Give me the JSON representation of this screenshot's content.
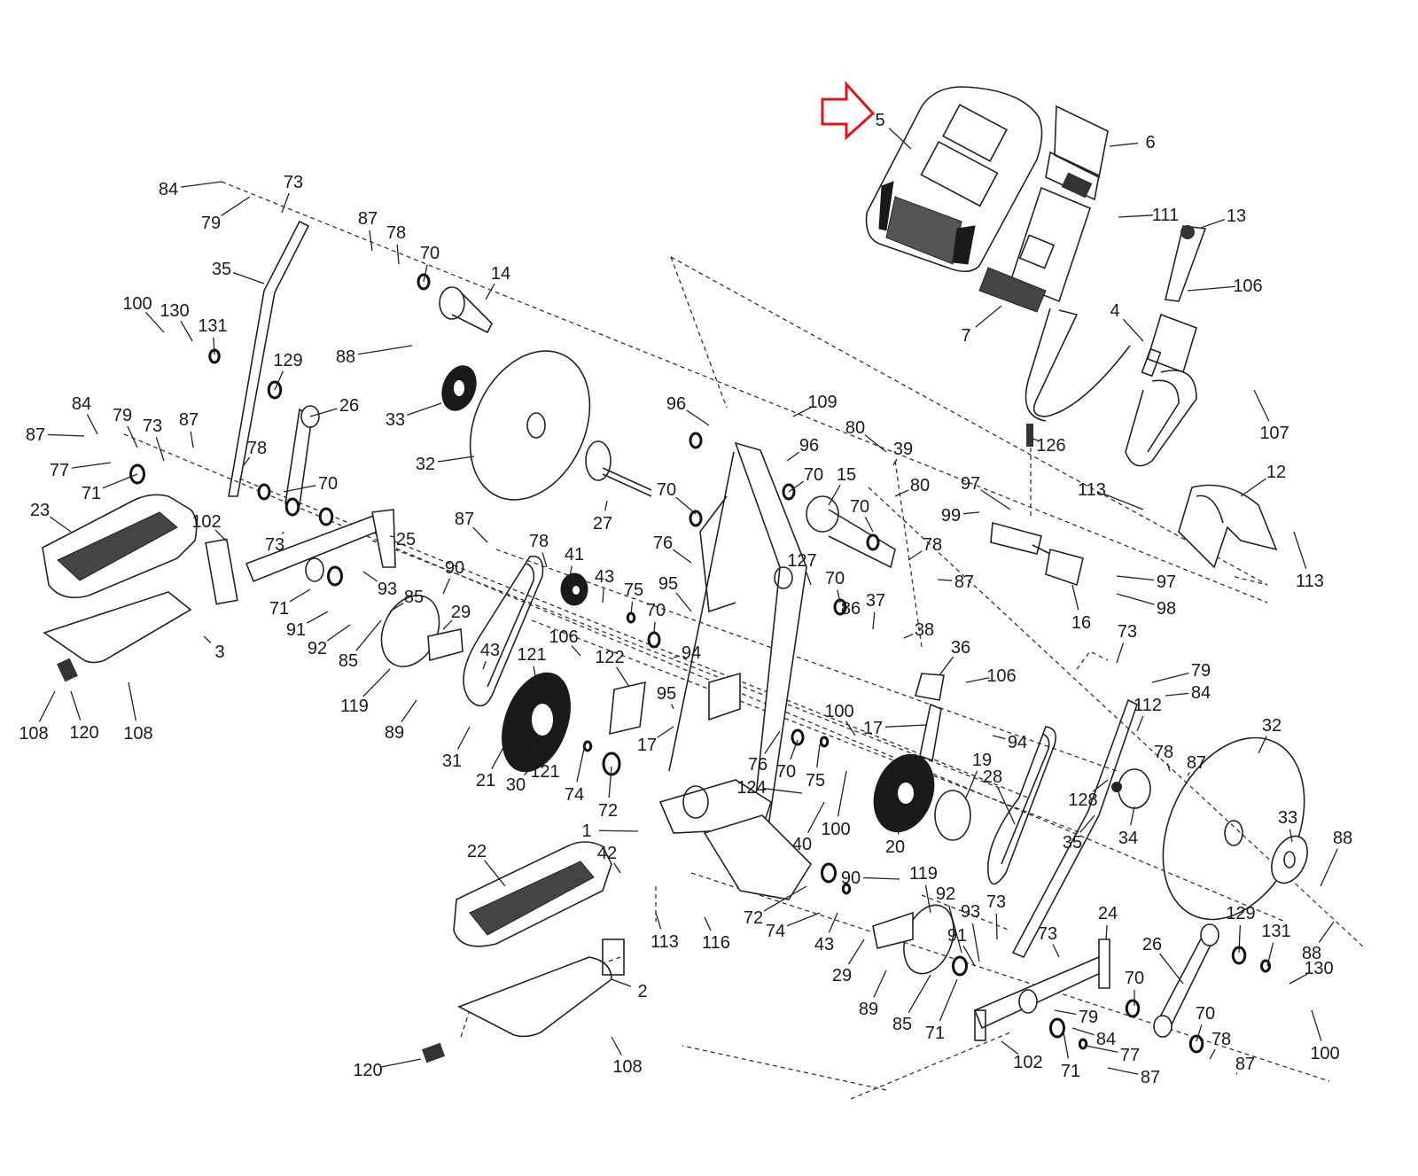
{
  "diagram": {
    "title": "Elliptical trainer exploded parts diagram",
    "highlight": {
      "part": "5",
      "indicator": "red-outline-arrow",
      "color": "#e0141e"
    },
    "line_color": "#222222",
    "background": "#ffffff",
    "labels": [
      {
        "id": "l5",
        "text": "5"
      },
      {
        "id": "l6",
        "text": "6"
      },
      {
        "id": "l111",
        "text": "111"
      },
      {
        "id": "l13",
        "text": "13"
      },
      {
        "id": "l106a",
        "text": "106"
      },
      {
        "id": "l7",
        "text": "7"
      },
      {
        "id": "l4",
        "text": "4"
      },
      {
        "id": "l107",
        "text": "107"
      },
      {
        "id": "l126",
        "text": "126"
      },
      {
        "id": "l113a",
        "text": "113"
      },
      {
        "id": "l12",
        "text": "12"
      },
      {
        "id": "l113b",
        "text": "113"
      },
      {
        "id": "l97a",
        "text": "97"
      },
      {
        "id": "l99",
        "text": "99"
      },
      {
        "id": "l97b",
        "text": "97"
      },
      {
        "id": "l98",
        "text": "98"
      },
      {
        "id": "l16",
        "text": "16"
      },
      {
        "id": "l78a",
        "text": "78"
      },
      {
        "id": "l87a",
        "text": "87"
      },
      {
        "id": "l84a",
        "text": "84"
      },
      {
        "id": "l79a",
        "text": "79"
      },
      {
        "id": "l73a",
        "text": "73"
      },
      {
        "id": "l87b",
        "text": "87"
      },
      {
        "id": "l78b",
        "text": "78"
      },
      {
        "id": "l70a",
        "text": "70"
      },
      {
        "id": "l14",
        "text": "14"
      },
      {
        "id": "l35a",
        "text": "35"
      },
      {
        "id": "l100a",
        "text": "100"
      },
      {
        "id": "l130a",
        "text": "130"
      },
      {
        "id": "l131a",
        "text": "131"
      },
      {
        "id": "l129a",
        "text": "129"
      },
      {
        "id": "l88a",
        "text": "88"
      },
      {
        "id": "l33a",
        "text": "33"
      },
      {
        "id": "l26a",
        "text": "26"
      },
      {
        "id": "l32a",
        "text": "32"
      },
      {
        "id": "l84b",
        "text": "84"
      },
      {
        "id": "l79b",
        "text": "79"
      },
      {
        "id": "l73b",
        "text": "73"
      },
      {
        "id": "l87c",
        "text": "87"
      },
      {
        "id": "l87d",
        "text": "87"
      },
      {
        "id": "l77a",
        "text": "77"
      },
      {
        "id": "l78c",
        "text": "78"
      },
      {
        "id": "l71a",
        "text": "71"
      },
      {
        "id": "l70b",
        "text": "70"
      },
      {
        "id": "l23",
        "text": "23"
      },
      {
        "id": "l102a",
        "text": "102"
      },
      {
        "id": "l73c",
        "text": "73"
      },
      {
        "id": "l25",
        "text": "25"
      },
      {
        "id": "l93a",
        "text": "93"
      },
      {
        "id": "l71b",
        "text": "71"
      },
      {
        "id": "l85a",
        "text": "85"
      },
      {
        "id": "l91a",
        "text": "91"
      },
      {
        "id": "l92a",
        "text": "92"
      },
      {
        "id": "l85b",
        "text": "85"
      },
      {
        "id": "l3",
        "text": "3"
      },
      {
        "id": "l119a",
        "text": "119"
      },
      {
        "id": "l108a",
        "text": "108"
      },
      {
        "id": "l120a",
        "text": "120"
      },
      {
        "id": "l108b",
        "text": "108"
      },
      {
        "id": "l89a",
        "text": "89"
      },
      {
        "id": "l90a",
        "text": "90"
      },
      {
        "id": "l29a",
        "text": "29"
      },
      {
        "id": "l87e",
        "text": "87"
      },
      {
        "id": "l78d",
        "text": "78"
      },
      {
        "id": "l41",
        "text": "41"
      },
      {
        "id": "l43a",
        "text": "43"
      },
      {
        "id": "l75a",
        "text": "75"
      },
      {
        "id": "l70c",
        "text": "70"
      },
      {
        "id": "l43b",
        "text": "43"
      },
      {
        "id": "l121a",
        "text": "121"
      },
      {
        "id": "l106b",
        "text": "106"
      },
      {
        "id": "l122",
        "text": "122"
      },
      {
        "id": "l94a",
        "text": "94"
      },
      {
        "id": "l95a",
        "text": "95"
      },
      {
        "id": "l95b",
        "text": "95"
      },
      {
        "id": "l17a",
        "text": "17"
      },
      {
        "id": "l31",
        "text": "31"
      },
      {
        "id": "l21",
        "text": "21"
      },
      {
        "id": "l30",
        "text": "30"
      },
      {
        "id": "l121b",
        "text": "121"
      },
      {
        "id": "l74a",
        "text": "74"
      },
      {
        "id": "l72a",
        "text": "72"
      },
      {
        "id": "l1",
        "text": "1"
      },
      {
        "id": "l96a",
        "text": "96"
      },
      {
        "id": "l109",
        "text": "109"
      },
      {
        "id": "l96b",
        "text": "96"
      },
      {
        "id": "l70d",
        "text": "70"
      },
      {
        "id": "l15",
        "text": "15"
      },
      {
        "id": "l70e",
        "text": "70"
      },
      {
        "id": "l27",
        "text": "27"
      },
      {
        "id": "l80a",
        "text": "80"
      },
      {
        "id": "l39",
        "text": "39"
      },
      {
        "id": "l80b",
        "text": "80"
      },
      {
        "id": "l70f",
        "text": "70"
      },
      {
        "id": "l76a",
        "text": "76"
      },
      {
        "id": "l127",
        "text": "127"
      },
      {
        "id": "l70g",
        "text": "70"
      },
      {
        "id": "l37",
        "text": "37"
      },
      {
        "id": "l86",
        "text": "86"
      },
      {
        "id": "l38",
        "text": "38"
      },
      {
        "id": "l36",
        "text": "36"
      },
      {
        "id": "l106c",
        "text": "106"
      },
      {
        "id": "l17b",
        "text": "17"
      },
      {
        "id": "l94b",
        "text": "94"
      },
      {
        "id": "l100b",
        "text": "100"
      },
      {
        "id": "l100c",
        "text": "100"
      },
      {
        "id": "l76b",
        "text": "76"
      },
      {
        "id": "l70h",
        "text": "70"
      },
      {
        "id": "l75b",
        "text": "75"
      },
      {
        "id": "l124",
        "text": "124"
      },
      {
        "id": "l40",
        "text": "40"
      },
      {
        "id": "l20",
        "text": "20"
      },
      {
        "id": "l19",
        "text": "19"
      },
      {
        "id": "l28",
        "text": "28"
      },
      {
        "id": "l35b",
        "text": "35"
      },
      {
        "id": "l73d",
        "text": "73"
      },
      {
        "id": "l79c",
        "text": "79"
      },
      {
        "id": "l84c",
        "text": "84"
      },
      {
        "id": "l112",
        "text": "112"
      },
      {
        "id": "l78e",
        "text": "78"
      },
      {
        "id": "l87f",
        "text": "87"
      },
      {
        "id": "l128",
        "text": "128"
      },
      {
        "id": "l34",
        "text": "34"
      },
      {
        "id": "l32b",
        "text": "32"
      },
      {
        "id": "l33b",
        "text": "33"
      },
      {
        "id": "l88b",
        "text": "88"
      },
      {
        "id": "l88c",
        "text": "88"
      },
      {
        "id": "l22",
        "text": "22"
      },
      {
        "id": "l42",
        "text": "42"
      },
      {
        "id": "l113c",
        "text": "113"
      },
      {
        "id": "l116",
        "text": "116"
      },
      {
        "id": "l72b",
        "text": "72"
      },
      {
        "id": "l74b",
        "text": "74"
      },
      {
        "id": "l43c",
        "text": "43"
      },
      {
        "id": "l90b",
        "text": "90"
      },
      {
        "id": "l119b",
        "text": "119"
      },
      {
        "id": "l92b",
        "text": "92"
      },
      {
        "id": "l93b",
        "text": "93"
      },
      {
        "id": "l73e",
        "text": "73"
      },
      {
        "id": "l91b",
        "text": "91"
      },
      {
        "id": "l73f",
        "text": "73"
      },
      {
        "id": "l24",
        "text": "24"
      },
      {
        "id": "l29b",
        "text": "29"
      },
      {
        "id": "l89b",
        "text": "89"
      },
      {
        "id": "l85c",
        "text": "85"
      },
      {
        "id": "l71c",
        "text": "71"
      },
      {
        "id": "l102b",
        "text": "102"
      },
      {
        "id": "l71d",
        "text": "71"
      },
      {
        "id": "l79d",
        "text": "79"
      },
      {
        "id": "l84d",
        "text": "84"
      },
      {
        "id": "l77b",
        "text": "77"
      },
      {
        "id": "l87g",
        "text": "87"
      },
      {
        "id": "l26b",
        "text": "26"
      },
      {
        "id": "l70i",
        "text": "70"
      },
      {
        "id": "l70j",
        "text": "70"
      },
      {
        "id": "l129b",
        "text": "129"
      },
      {
        "id": "l131b",
        "text": "131"
      },
      {
        "id": "l130b",
        "text": "130"
      },
      {
        "id": "l100d",
        "text": "100"
      },
      {
        "id": "l78f",
        "text": "78"
      },
      {
        "id": "l87h",
        "text": "87"
      },
      {
        "id": "l2",
        "text": "2"
      },
      {
        "id": "l120b",
        "text": "120"
      },
      {
        "id": "l108c",
        "text": "108"
      }
    ]
  }
}
